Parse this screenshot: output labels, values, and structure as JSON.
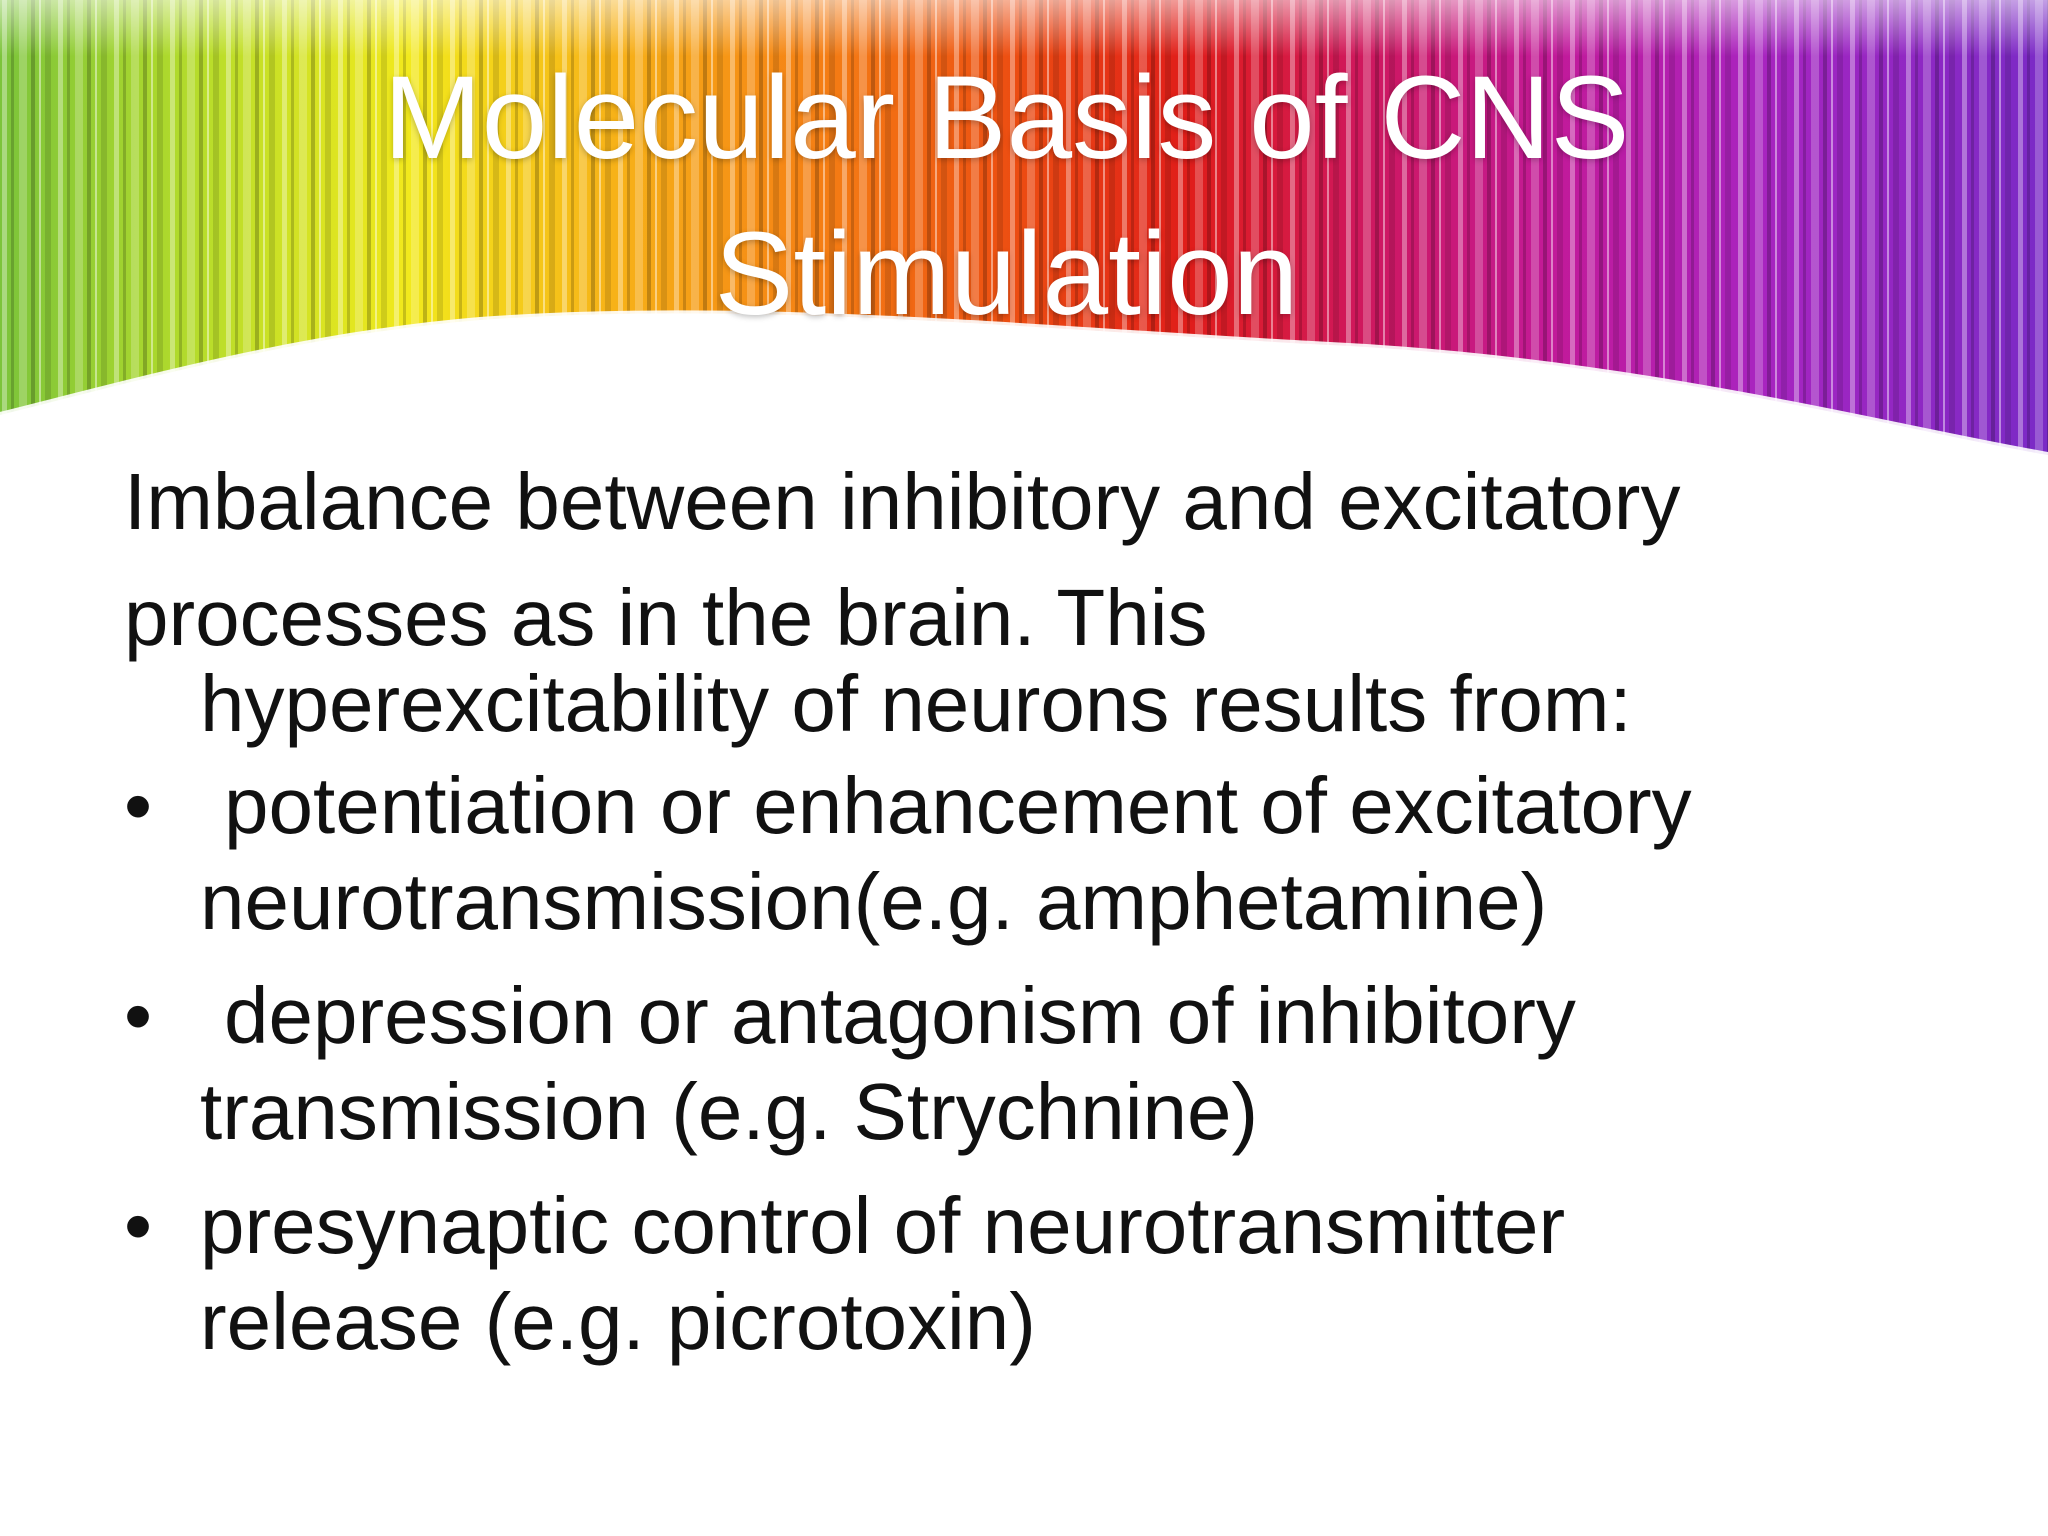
{
  "slide": {
    "title_lines": [
      "Molecular Basis of CNS",
      "Stimulation"
    ],
    "intro_lines": [
      "Imbalance between inhibitory and excitatory",
      "processes as in the brain. This",
      "hyperexcitability of neurons results from:"
    ],
    "bullet_symbol": "•",
    "bullets": [
      {
        "lines": [
          " potentiation or enhancement of excitatory",
          "neurotransmission(e.g. amphetamine)"
        ]
      },
      {
        "lines": [
          " depression or antagonism of inhibitory",
          "transmission (e.g. Strychnine)"
        ]
      },
      {
        "lines": [
          "presynaptic control of neurotransmitter",
          "release (e.g. picrotoxin)"
        ]
      }
    ]
  },
  "colors": {
    "title_text": "#ffffff",
    "body_text": "#111111",
    "background": "#ffffff"
  }
}
